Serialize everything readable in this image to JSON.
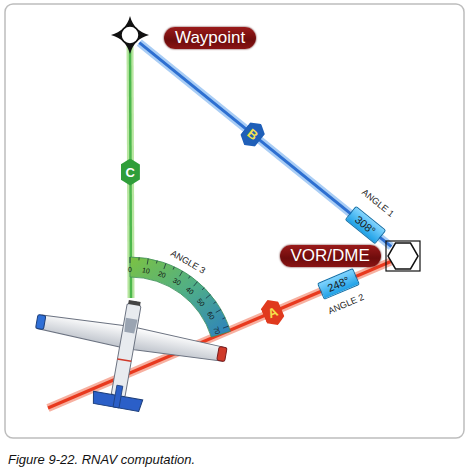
{
  "diagram": {
    "caption": "Figure 9-22. RNAV computation.",
    "nodes": [
      {
        "text": [
          "Waypoint"
        ]
      },
      {
        "text": [
          "VOR/DME"
        ]
      }
    ],
    "edges": [
      {
        "from": 0,
        "to": 1,
        "label": "B",
        "arrow": "none"
      }
    ],
    "labels": [
      "A",
      "C",
      "308°",
      "ANGLE 1",
      "248°",
      "ANGLE 2",
      "ANGLE 3",
      "0",
      "10",
      "20",
      "30",
      "40",
      "50",
      "60",
      "70"
    ]
  }
}
